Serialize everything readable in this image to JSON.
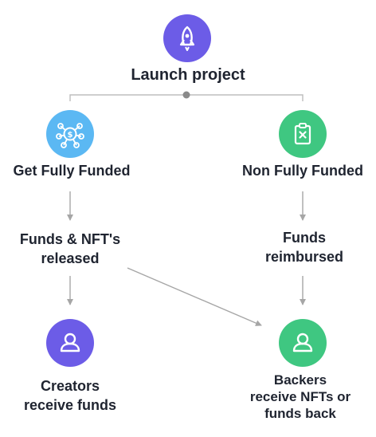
{
  "colors": {
    "purple": "#6c5ce7",
    "blue": "#5bb8f3",
    "green": "#3fc781",
    "connector": "#a6a6a6"
  },
  "nodes": {
    "launch": {
      "label": "Launch project",
      "icon": "rocket-icon"
    },
    "funded": {
      "label": "Get Fully Funded",
      "icon": "funding-network-icon"
    },
    "not_funded": {
      "label": "Non Fully Funded",
      "icon": "clipboard-x-icon"
    },
    "released": {
      "line1": "Funds & NFT's",
      "line2": "released"
    },
    "reimbursed": {
      "line1": "Funds",
      "line2": "reimbursed"
    },
    "creators": {
      "line1": "Creators",
      "line2": "receive funds",
      "icon": "user-icon"
    },
    "backers": {
      "line1": "Backers",
      "line2": "receive NFTs or",
      "line3": "funds back",
      "icon": "user-icon"
    }
  }
}
